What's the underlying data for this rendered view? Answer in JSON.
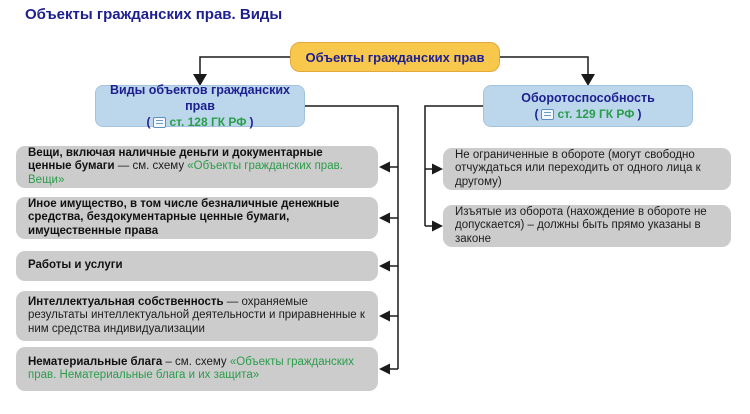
{
  "page": {
    "title": "Объекты гражданских прав. Виды"
  },
  "root_box": {
    "label": "Объекты гражданских прав"
  },
  "left_branch": {
    "title": "Виды объектов гражданских прав",
    "ref_open": "(",
    "ref_link": "ст. 128 ГК РФ",
    "ref_close": ")",
    "items": [
      {
        "bold": "Вещи, включая наличные деньги и документарные ценные бумаги",
        "regular": " — см. схему ",
        "link": "«Объекты гражданских прав. Вещи»"
      },
      {
        "bold": "Иное имущество, в том числе безналичные денежные средства, бездокументарные ценные бумаги, имущественные права",
        "regular": "",
        "link": ""
      },
      {
        "bold": "Работы и услуги",
        "regular": "",
        "link": ""
      },
      {
        "bold": "Интеллектуальная собственность",
        "regular": " — охраняемые результаты интеллектуальной деятельности и приравненные к ним средства индивидуализации",
        "link": ""
      },
      {
        "bold": "Нематериальные блага",
        "regular": " – см. схему ",
        "link": "«Объекты гражданских прав. Нематериальные блага и их защита»"
      }
    ]
  },
  "right_branch": {
    "title": "Оборотоспособность",
    "ref_open": "(",
    "ref_link": "ст. 129 ГК РФ",
    "ref_close": ")",
    "items": [
      {
        "text": "Не ограниченные в обороте (могут свободно отчуждаться или переходить от одного лица к другому)"
      },
      {
        "text": "Изъятые из оборота (нахождение в обороте не допускается) – должны быть прямо указаны в законе"
      }
    ]
  },
  "icons": {
    "article_icon": "▤"
  },
  "colors": {
    "title_navy": "#1e1f8f",
    "root_box_bg": "#f8c84d",
    "root_box_border": "#e3a83b",
    "branch_box_bg": "#bcd7ec",
    "branch_box_border": "#a3c3dd",
    "item_box_bg": "#cccccc",
    "link_green": "#2a9d4a",
    "connector_black": "#1a1a1a"
  }
}
